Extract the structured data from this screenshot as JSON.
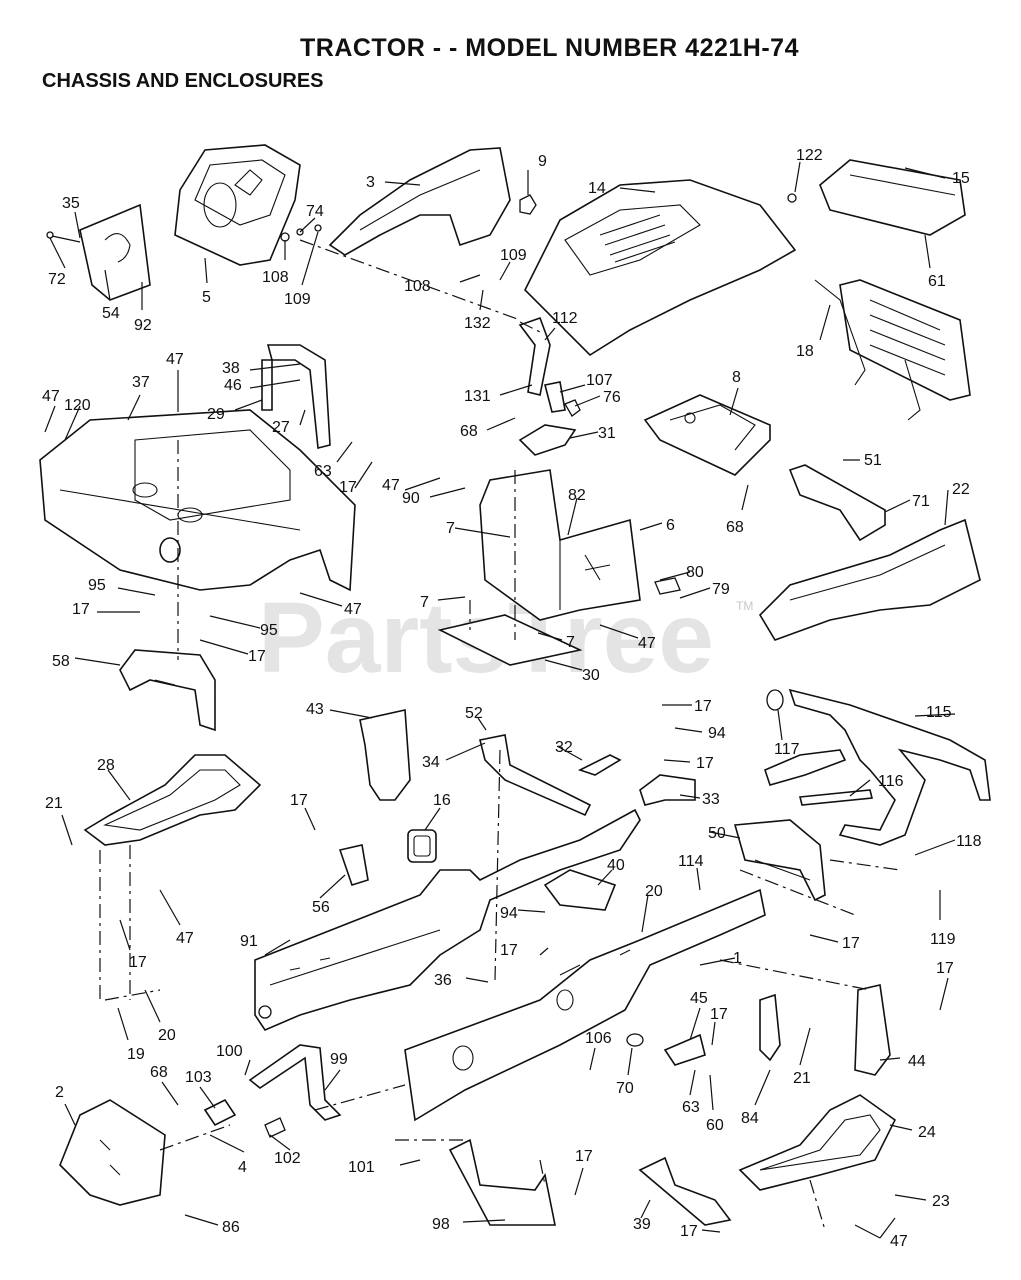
{
  "header": {
    "title": "TRACTOR - - MODEL NUMBER 4221H-74",
    "subtitle": "CHASSIS AND ENCLOSURES"
  },
  "watermark": {
    "text": "PartsTree",
    "trademark": "TM"
  },
  "callouts": [
    "122",
    "15",
    "9",
    "14",
    "3",
    "35",
    "74",
    "72",
    "54",
    "92",
    "5",
    "108",
    "109",
    "108",
    "109",
    "132",
    "112",
    "61",
    "18",
    "47",
    "38",
    "46",
    "29",
    "27",
    "37",
    "47",
    "120",
    "131",
    "107",
    "76",
    "8",
    "68",
    "31",
    "63",
    "17",
    "47",
    "90",
    "82",
    "51",
    "7",
    "6",
    "71",
    "68",
    "22",
    "95",
    "80",
    "79",
    "17",
    "7",
    "95",
    "47",
    "17",
    "47",
    "7",
    "58",
    "30",
    "43",
    "52",
    "17",
    "94",
    "32",
    "115",
    "117",
    "34",
    "17",
    "33",
    "116",
    "28",
    "21",
    "17",
    "16",
    "50",
    "118",
    "114",
    "20",
    "94",
    "40",
    "119",
    "56",
    "47",
    "17",
    "91",
    "17",
    "17",
    "36",
    "1",
    "17",
    "19",
    "20",
    "45",
    "17",
    "100",
    "106",
    "68",
    "103",
    "99",
    "70",
    "21",
    "44",
    "2",
    "84",
    "63",
    "60",
    "24",
    "4",
    "102",
    "101",
    "17",
    "23",
    "86",
    "98",
    "39",
    "17",
    "47"
  ]
}
